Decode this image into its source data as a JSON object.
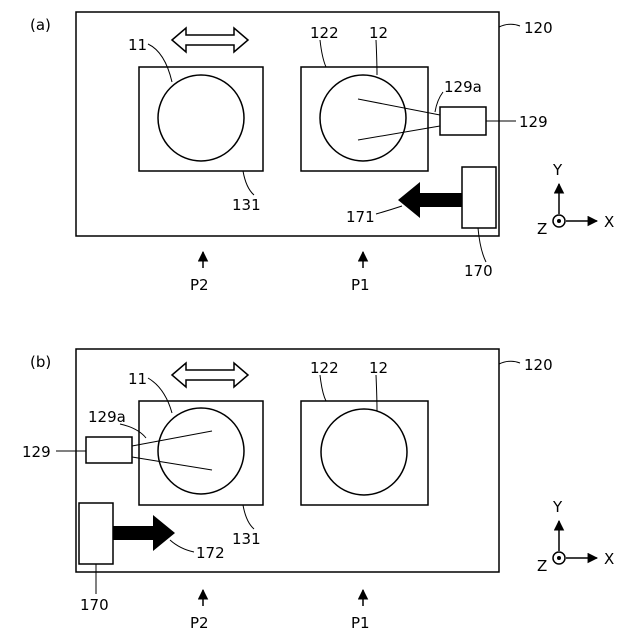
{
  "panel_a": {
    "tag": "(a)",
    "labels": {
      "frame": "120",
      "stage_left": "11",
      "stage_right": "12",
      "chamber": "122",
      "camera_tip": "129a",
      "camera": "129",
      "plate": "131",
      "arrow": "171",
      "unit": "170",
      "pos_p2": "P2",
      "pos_p1": "P1"
    }
  },
  "panel_b": {
    "tag": "(b)",
    "labels": {
      "frame": "120",
      "stage_left": "11",
      "stage_right": "12",
      "chamber": "122",
      "camera_tip": "129a",
      "camera": "129",
      "plate": "131",
      "arrow": "172",
      "unit": "170",
      "pos_p2": "P2",
      "pos_p1": "P1"
    }
  },
  "axes": {
    "y": "Y",
    "x": "X",
    "z": "Z"
  }
}
